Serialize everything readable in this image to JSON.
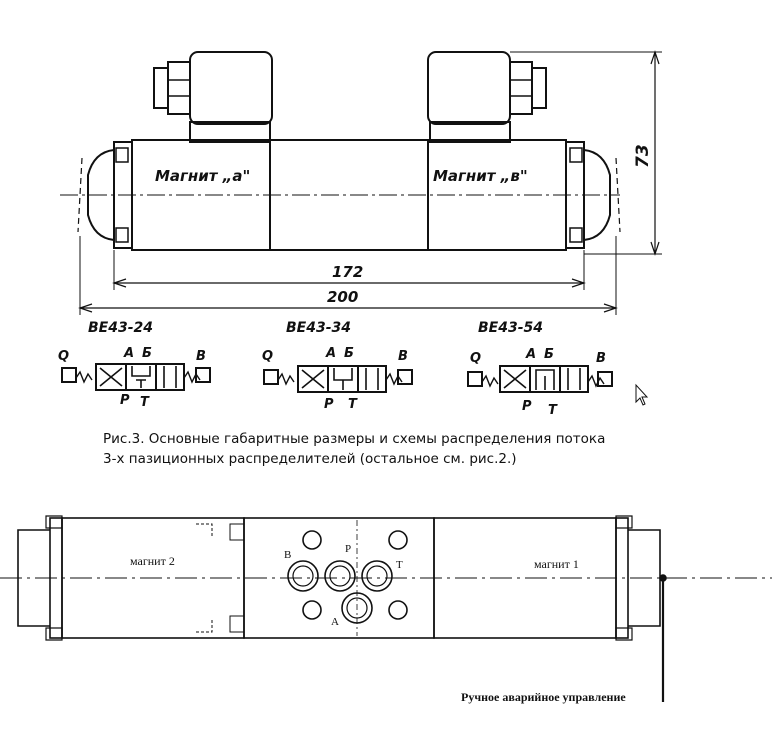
{
  "top_drawing": {
    "label_magnet_a": "Магнит „а\"",
    "label_magnet_b": "Магнит „в\"",
    "dim_173": "172",
    "dim_200": "200",
    "dim_73": "73"
  },
  "schemes": [
    {
      "model": "ВЕ43-24",
      "q": "Q",
      "a": "А",
      "b_port": "Б",
      "b": "В",
      "p": "Р",
      "t": "Т"
    },
    {
      "model": "ВЕ43-34",
      "q": "Q",
      "a": "А",
      "b_port": "Б",
      "b": "В",
      "p": "Р",
      "t": "Т"
    },
    {
      "model": "ВЕ43-54",
      "q": "Q",
      "a": "А",
      "b_port": "Б",
      "b": "В",
      "p": "Р",
      "t": "Т"
    }
  ],
  "caption": {
    "line1": "Рис.3. Основные габаритные размеры и схемы распределения потока",
    "line2": "3-х  пазиционных распределителей  (остальное см. рис.2.)"
  },
  "bottom_drawing": {
    "magnet_2": "магнит 2",
    "magnet_1": "магнит 1",
    "port_b": "В",
    "port_p": "Р",
    "port_t": "Т",
    "port_a": "А",
    "manual_control": "Ручное  аварийное управление"
  }
}
